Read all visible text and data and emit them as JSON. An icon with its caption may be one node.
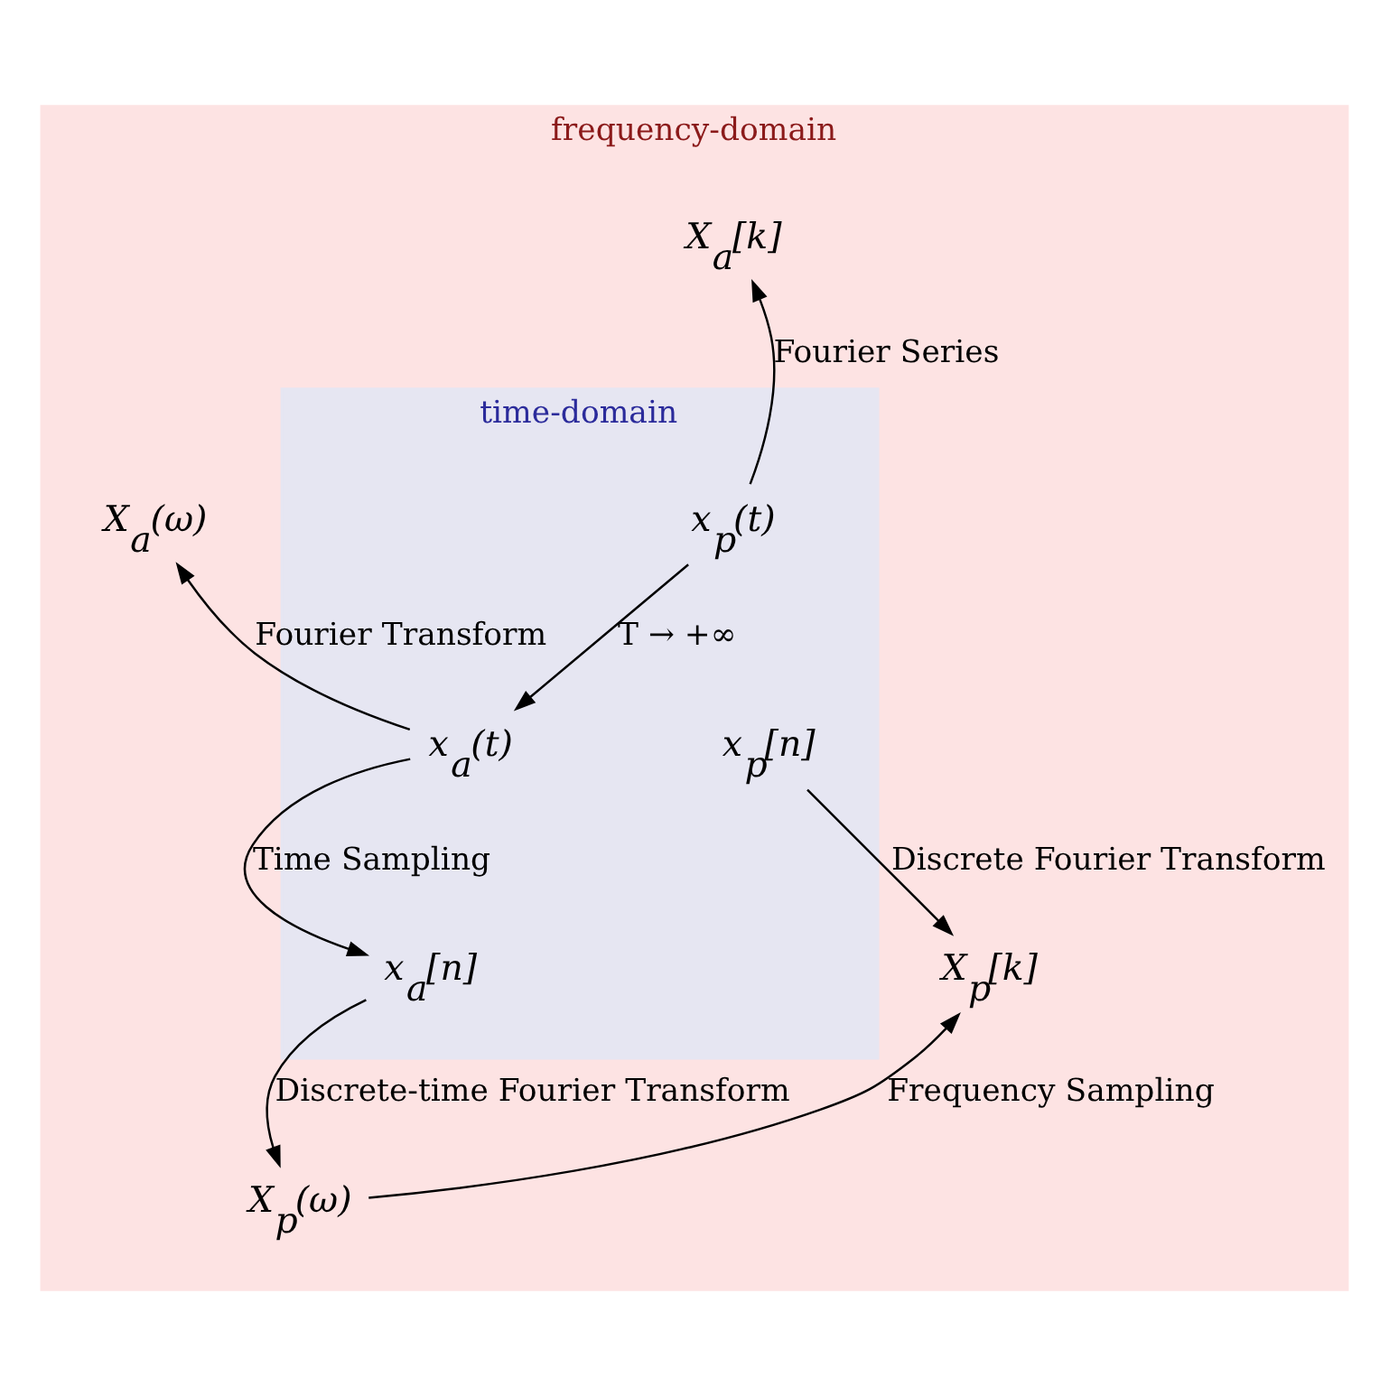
{
  "diagram": {
    "nodes": [
      {
        "text": [
          "frequency-domain"
        ]
      },
      {
        "text": [
          "X$_{a}$[k]"
        ],
        "in": 0
      },
      {
        "text": [
          "X$_{a}$(ω)"
        ],
        "in": 0
      },
      {
        "text": [
          "time-domain"
        ],
        "in": 0
      },
      {
        "text": [
          "x$_{p}$(t)"
        ],
        "in": 3
      },
      {
        "text": [
          "x$_{a}$(t)"
        ],
        "in": 3
      },
      {
        "text": [
          "x$_{p}$[n]"
        ],
        "in": 3
      },
      {
        "text": [
          "x$_{a}$[n]"
        ],
        "in": 3
      },
      {
        "text": [
          "X$_{p}$[k]"
        ],
        "in": 0
      },
      {
        "text": [
          "X$_{p}$(ω)"
        ],
        "in": 0
      }
    ],
    "edges": [
      {
        "from": 4,
        "to": 1,
        "arrow": "to",
        "label": "Fourier Series"
      },
      {
        "from": 5,
        "to": 2,
        "arrow": "to",
        "label": "Fourier Transform"
      },
      {
        "from": 4,
        "to": 5,
        "arrow": "to",
        "label": "T → +∞"
      },
      {
        "from": 5,
        "to": 7,
        "arrow": "to",
        "label": "Time Sampling"
      },
      {
        "from": 6,
        "to": 8,
        "arrow": "to",
        "label": "Discrete Fourier Transform"
      },
      {
        "from": 7,
        "to": 9,
        "arrow": "to",
        "label": "Discrete-time Fourier Transform"
      },
      {
        "from": 9,
        "to": 8,
        "arrow": "to",
        "label": "Frequency Sampling"
      }
    ]
  }
}
